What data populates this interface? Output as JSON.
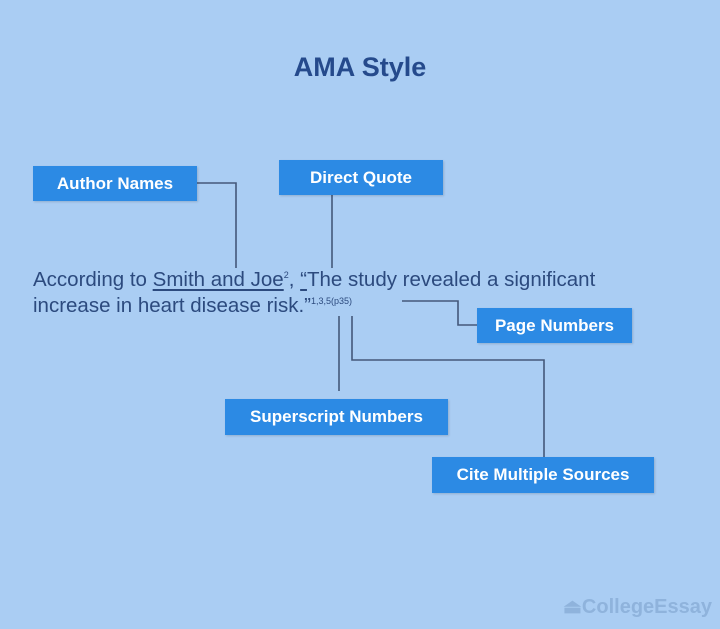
{
  "title": "AMA Style",
  "labels": {
    "author_names": "Author Names",
    "direct_quote": "Direct Quote",
    "page_numbers": "Page Numbers",
    "superscript_numbers": "Superscript Numbers",
    "cite_multiple_sources": "Cite Multiple Sources"
  },
  "sentence": {
    "pre": "According to ",
    "authors": "Smith and Joe",
    "author_sup": "2",
    "comma": ", ",
    "quote_mark": "“",
    "line1_rest": "The study revealed a significant",
    "line2": "increase in heart disease risk.”",
    "end_sup": "1,3,5(p35)"
  },
  "logo": "CollegeEssay"
}
